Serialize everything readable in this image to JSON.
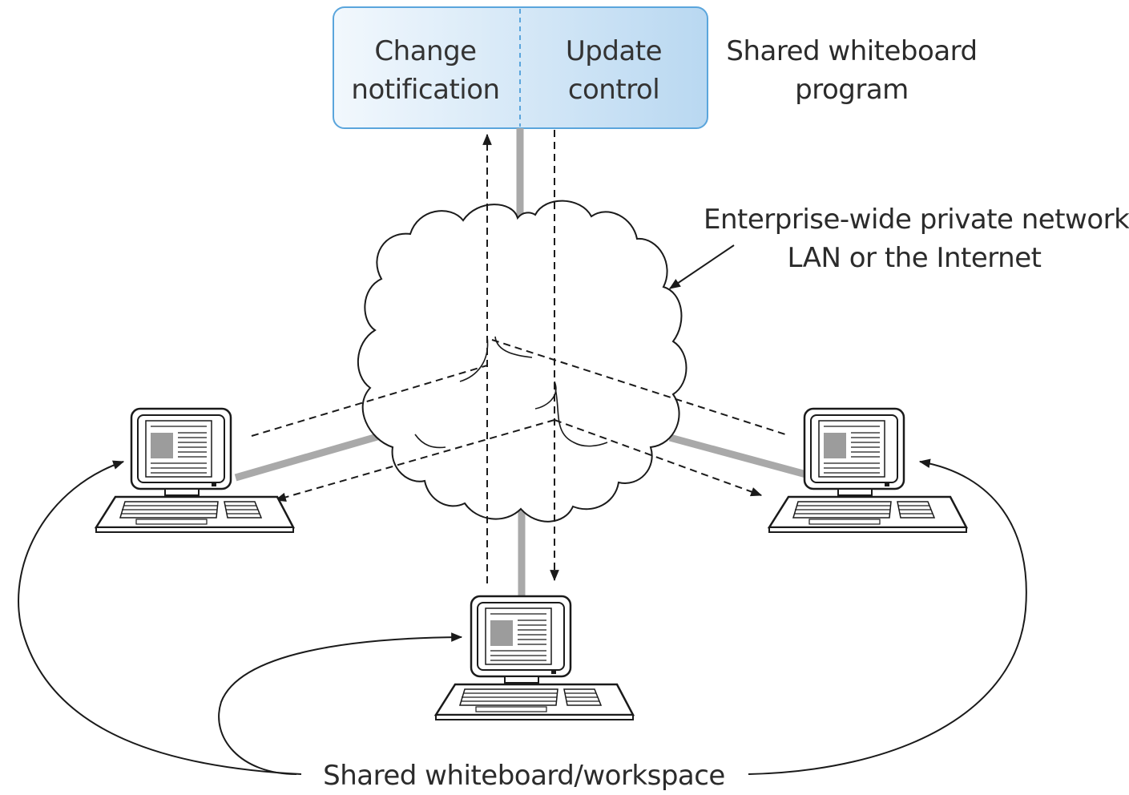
{
  "program_box": {
    "left_label": [
      "Change",
      "notification"
    ],
    "right_label": [
      "Update",
      "control"
    ],
    "fill_start": "#f2f8fd",
    "fill_end": "#b9d8f1",
    "border": "#5aa5dc"
  },
  "labels": {
    "program_caption": [
      "Shared whiteboard",
      "program"
    ],
    "network_caption": [
      "Enterprise-wide private network,",
      "LAN or the Internet"
    ],
    "workspace_caption": "Shared whiteboard/workspace"
  },
  "icons": [
    "cloud-icon",
    "computer-icon-left",
    "computer-icon-right",
    "computer-icon-bottom"
  ],
  "colors": {
    "link_gray": "#a9a9a9",
    "line": "#1a1a1a",
    "screen_block": "#9c9c9c"
  }
}
